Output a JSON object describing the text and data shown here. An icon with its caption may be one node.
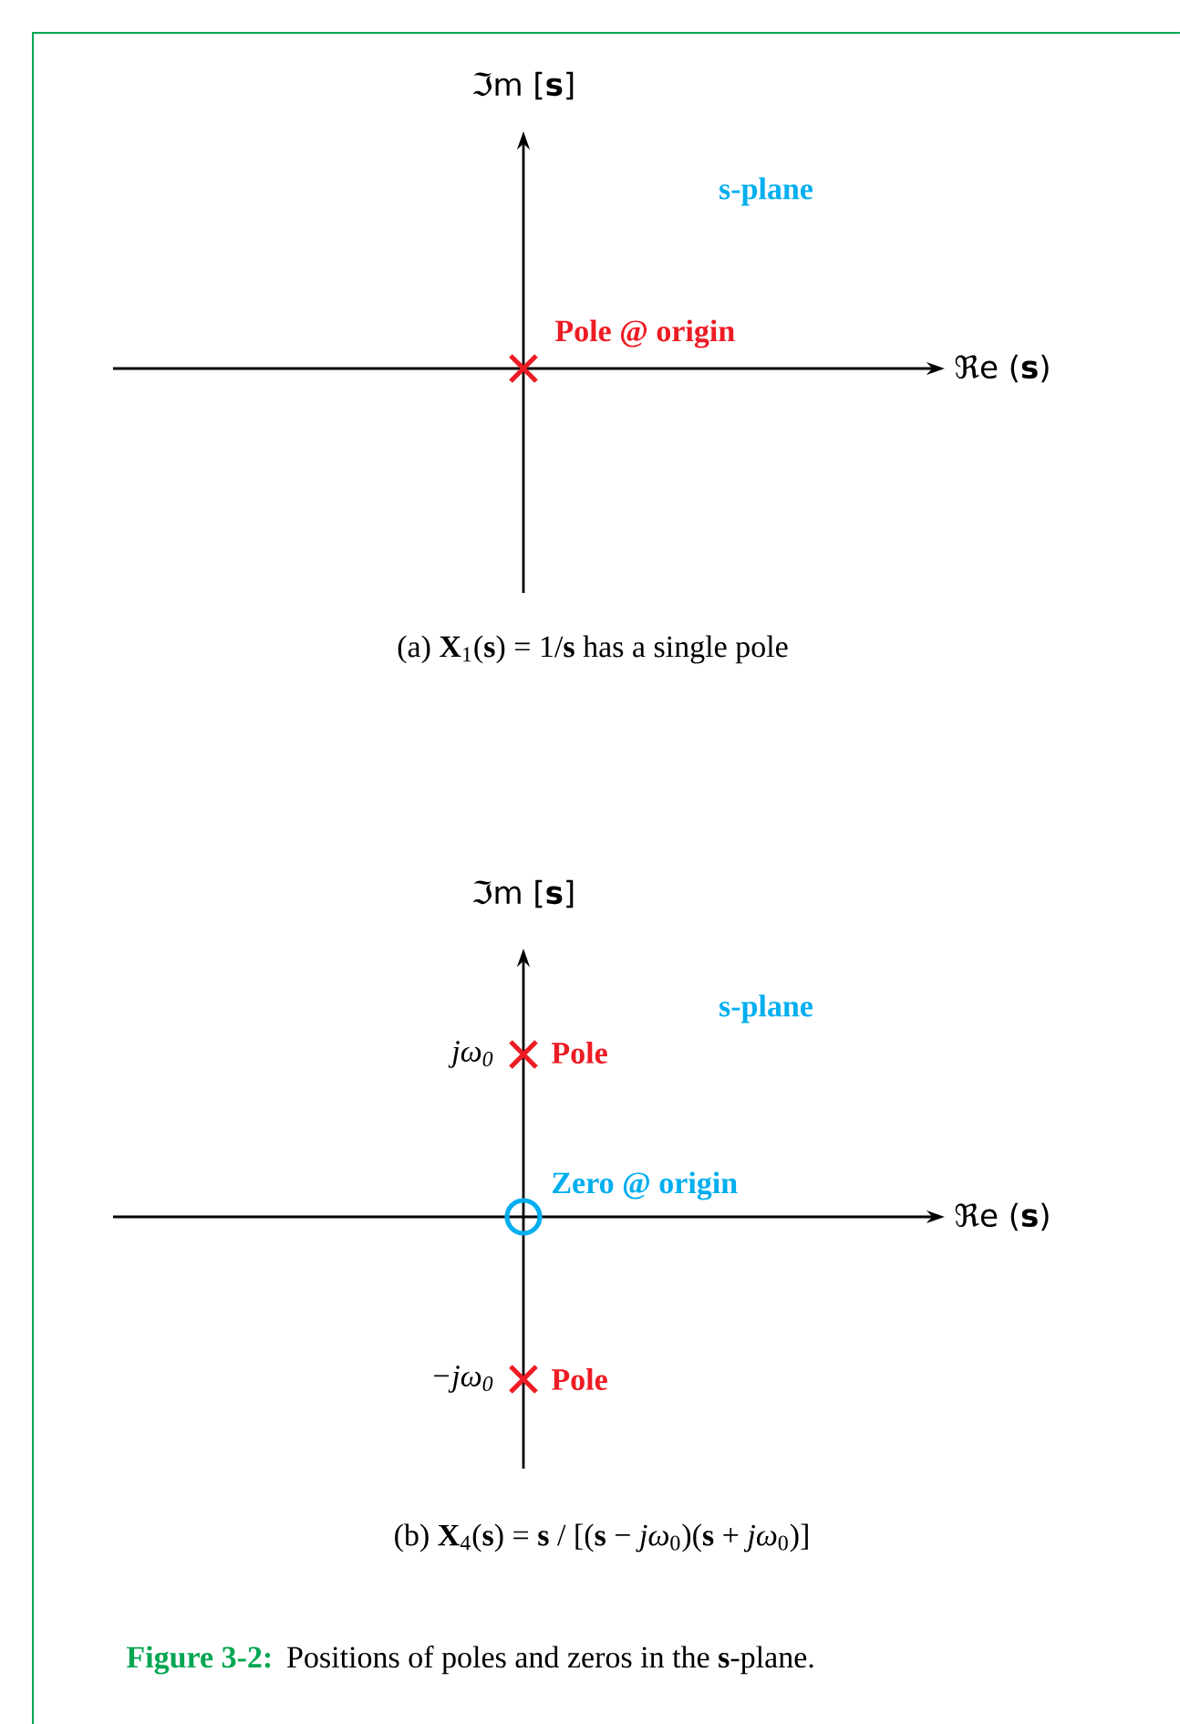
{
  "diagram": {
    "caption": "Positions of poles and zeros in the **s**-plane.",
    "labels": [
      "ℑm [**s**]",
      "s-plane",
      "Pole @ origin",
      "ℜe (**s**)",
      "(a)  **X**$_{1}$(**s**) = 1/**s** has a single pole",
      "ℑm [**s**]",
      "s-plane",
      "jω$_{0}$",
      "Pole",
      "Zero @ origin",
      "ℜe (**s**)",
      "−jω$_{0}$",
      "Pole",
      "(b)  **X**$_{4}$(**s**) = **s** / [(**s** − *jω*$_{0}$)(**s** + *jω*$_{0}$)]",
      "Figure 3-2:"
    ]
  }
}
